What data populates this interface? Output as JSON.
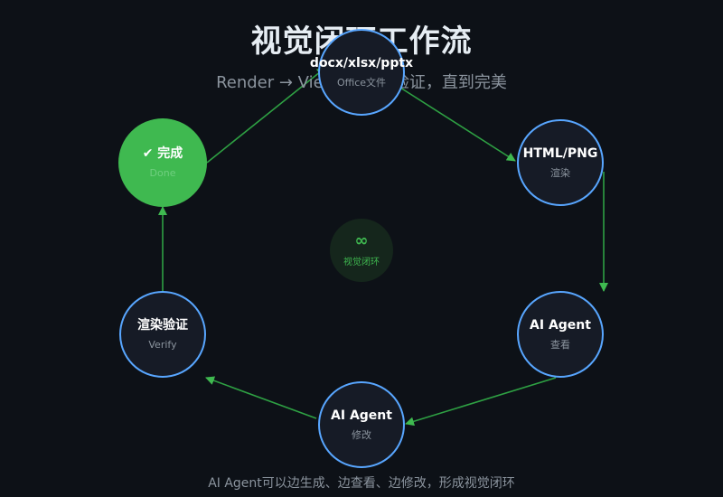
{
  "title": "视觉闭环工作流",
  "subtitle": "Render → View → 循环验证，直到完美",
  "footer": "AI Agent可以边生成、边查看、边修改，形成视觉闭环",
  "center": {
    "icon": "∞",
    "label": "视觉闭环"
  },
  "nodes": [
    {
      "label": "docx/xlsx/pptx",
      "sub": "Office文件"
    },
    {
      "label": "HTML/PNG",
      "sub": "渲染"
    },
    {
      "label": "AI Agent",
      "sub": "查看"
    },
    {
      "label": "AI Agent",
      "sub": "修改"
    },
    {
      "label": "渲染验证",
      "sub": "Verify"
    },
    {
      "label": "✔ 完成",
      "sub": "Done"
    }
  ],
  "colors": {
    "background": "#0d1117",
    "node_fill": "#161b26",
    "node_border": "#58a6ff",
    "done_fill": "#3fb950",
    "arrow": "#2ea043",
    "title": "#e6edf3",
    "muted": "#8b949e"
  }
}
